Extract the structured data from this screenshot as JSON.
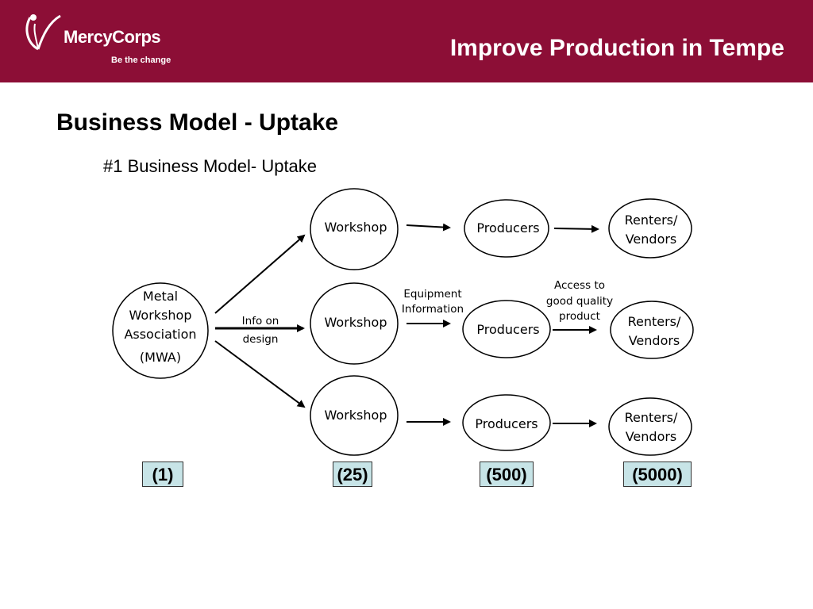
{
  "header": {
    "logo_name": "MercyCorps",
    "logo_tagline": "Be the change",
    "title": "Improve Production in Tempe"
  },
  "page_title": "Business Model - Uptake",
  "subtitle": "#1 Business Model- Uptake",
  "nodes": {
    "mwa": [
      "Metal",
      "Workshop",
      "Association",
      "(MWA)"
    ],
    "workshop_label": "Workshop",
    "producers_label": "Producers",
    "renters_vendors": [
      "Renters/",
      "Vendors"
    ]
  },
  "edge_labels": {
    "info_on_design": [
      "Info on",
      "design"
    ],
    "equipment_information": [
      "Equipment",
      "Information"
    ],
    "access_to_good_quality_product": [
      "Access to",
      "good quality",
      "product"
    ]
  },
  "counts": [
    "(1)",
    "(25)",
    "(500)",
    "(5000)"
  ]
}
